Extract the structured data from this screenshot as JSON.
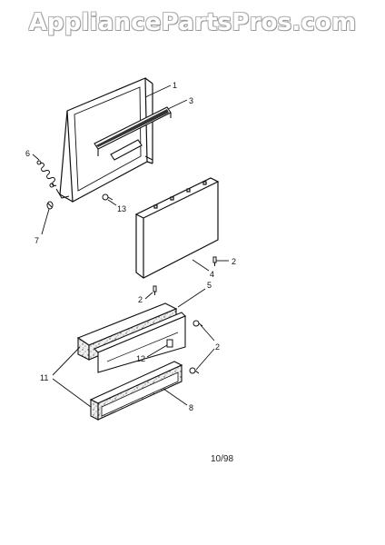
{
  "watermark": "AppliancePartsPros.com",
  "labels": {
    "p1": "1",
    "p3": "3",
    "p6": "6",
    "p7": "7",
    "p13": "13",
    "p2a": "2",
    "p4": "4",
    "p2b": "2",
    "p5": "5",
    "p2c": "2",
    "p12": "12",
    "p11": "11",
    "p8": "8"
  },
  "date_code": "10/98"
}
